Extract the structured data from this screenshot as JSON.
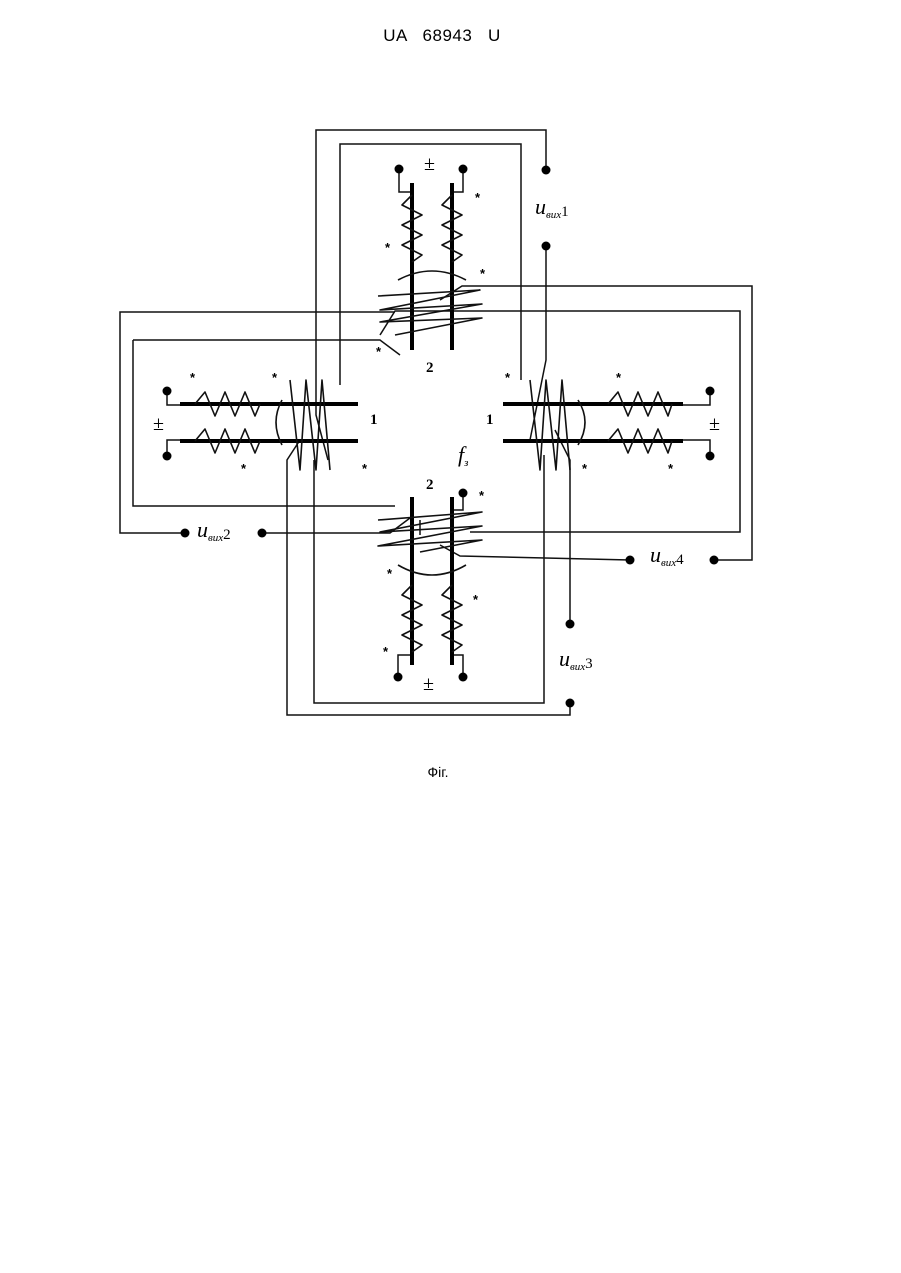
{
  "header": {
    "document_id": "UA   68943   U"
  },
  "caption": {
    "text": "Фіг."
  },
  "diagram": {
    "supply_symbol": "±",
    "polarity_mark": "*",
    "winding_labels": {
      "horizontal": "1",
      "vertical": "2"
    },
    "field_symbol": {
      "main": "f",
      "sub": "з"
    },
    "outputs": [
      {
        "main": "u",
        "sub": "вих",
        "index": "1"
      },
      {
        "main": "u",
        "sub": "вих",
        "index": "2"
      },
      {
        "main": "u",
        "sub": "вих",
        "index": "3"
      },
      {
        "main": "u",
        "sub": "вих",
        "index": "4"
      }
    ]
  }
}
